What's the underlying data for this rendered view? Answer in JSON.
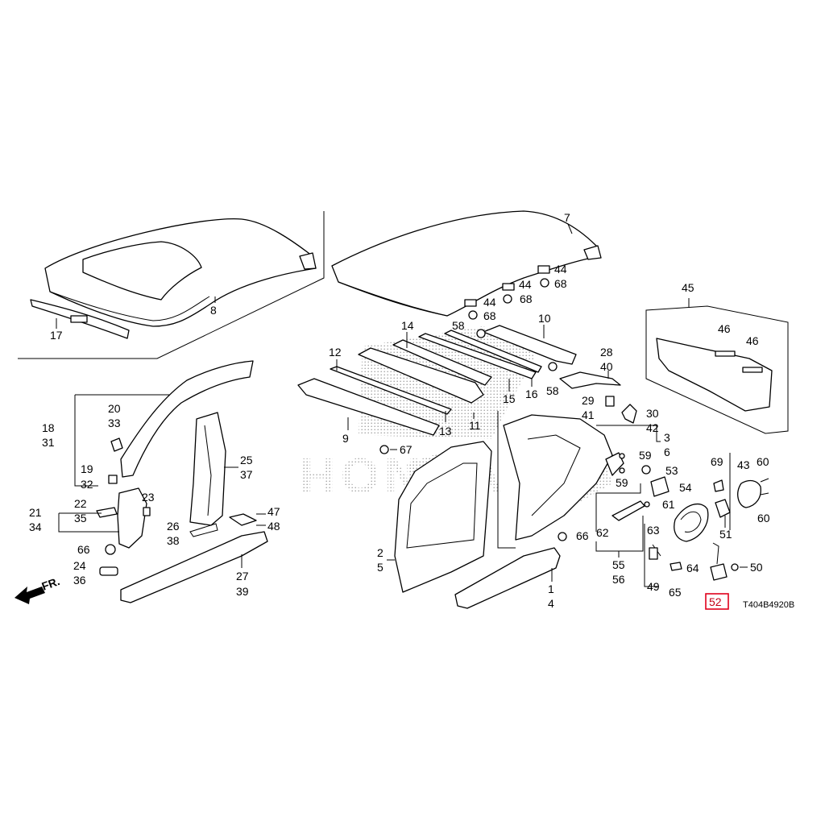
{
  "diagram": {
    "code": "T404B4920B",
    "front_label": "FR.",
    "highlighted": "52",
    "watermark": "HONDA",
    "callouts": {
      "c1": "1",
      "c2": "2",
      "c3": "3",
      "c4": "4",
      "c5": "5",
      "c6": "6",
      "c7": "7",
      "c8": "8",
      "c9": "9",
      "c10": "10",
      "c11": "11",
      "c12": "12",
      "c13": "13",
      "c14": "14",
      "c15": "15",
      "c16": "16",
      "c17": "17",
      "c18": "18",
      "c19": "19",
      "c20": "20",
      "c21": "21",
      "c22": "22",
      "c23": "23",
      "c24": "24",
      "c25": "25",
      "c26": "26",
      "c27": "27",
      "c28": "28",
      "c29": "29",
      "c30": "30",
      "c31": "31",
      "c32": "32",
      "c33": "33",
      "c34": "34",
      "c35": "35",
      "c36": "36",
      "c37": "37",
      "c38": "38",
      "c39": "39",
      "c40": "40",
      "c41": "41",
      "c42": "42",
      "c43": "43",
      "c44a": "44",
      "c44b": "44",
      "c44c": "44",
      "c45": "45",
      "c46a": "46",
      "c46b": "46",
      "c47": "47",
      "c48": "48",
      "c49": "49",
      "c50": "50",
      "c51": "51",
      "c53": "53",
      "c54": "54",
      "c55": "55",
      "c56": "56",
      "c58a": "58",
      "c58b": "58",
      "c59a": "59",
      "c59b": "59",
      "c60a": "60",
      "c60b": "60",
      "c61": "61",
      "c62": "62",
      "c63": "63",
      "c64": "64",
      "c65": "65",
      "c66a": "66",
      "c66b": "66",
      "c67": "67",
      "c68a": "68",
      "c68b": "68",
      "c68c": "68",
      "c69": "69"
    }
  }
}
